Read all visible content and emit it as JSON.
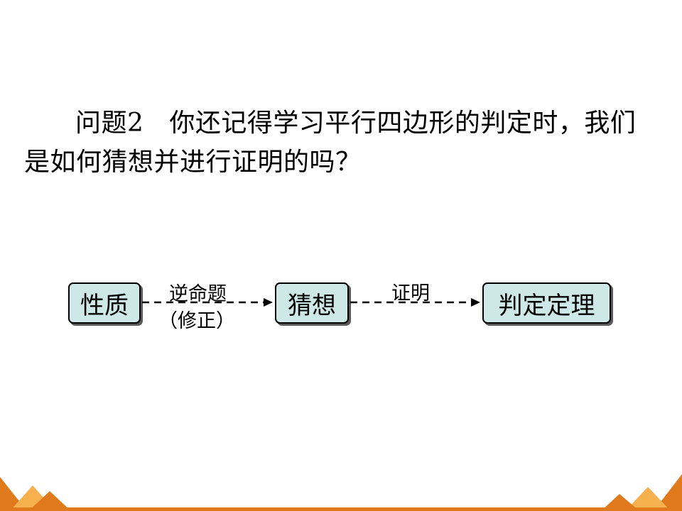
{
  "question": {
    "label": "问题2",
    "text": "你还记得学习平行四边形的判定时，我们是如何猜想并进行证明的吗？"
  },
  "diagram": {
    "nodes": [
      {
        "id": "n1",
        "label": "性质"
      },
      {
        "id": "n2",
        "label": "猜想"
      },
      {
        "id": "n3",
        "label": "判定定理"
      }
    ],
    "edges": [
      {
        "from": "n1",
        "to": "n2",
        "label": "逆命题",
        "sublabel": "（修正）"
      },
      {
        "from": "n2",
        "to": "n3",
        "label": "证明"
      }
    ]
  },
  "colors": {
    "node_fill": "#cde8e6",
    "footer_orange": "#e07a1c",
    "footer_light": "#f6b04e"
  }
}
